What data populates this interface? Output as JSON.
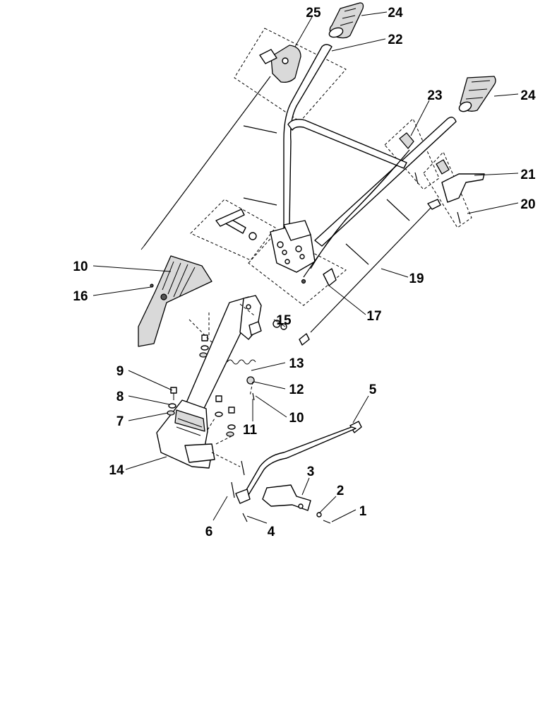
{
  "diagram": {
    "callouts": [
      {
        "id": "c1",
        "label": "1"
      },
      {
        "id": "c2",
        "label": "2"
      },
      {
        "id": "c3",
        "label": "3"
      },
      {
        "id": "c4",
        "label": "4"
      },
      {
        "id": "c5",
        "label": "5"
      },
      {
        "id": "c6",
        "label": "6"
      },
      {
        "id": "c7",
        "label": "7"
      },
      {
        "id": "c8",
        "label": "8"
      },
      {
        "id": "c9",
        "label": "9"
      },
      {
        "id": "c10a",
        "label": "10"
      },
      {
        "id": "c10b",
        "label": "10"
      },
      {
        "id": "c11",
        "label": "11"
      },
      {
        "id": "c12",
        "label": "12"
      },
      {
        "id": "c13",
        "label": "13"
      },
      {
        "id": "c14",
        "label": "14"
      },
      {
        "id": "c15",
        "label": "15"
      },
      {
        "id": "c16",
        "label": "16"
      },
      {
        "id": "c17",
        "label": "17"
      },
      {
        "id": "c19",
        "label": "19"
      },
      {
        "id": "c20",
        "label": "20"
      },
      {
        "id": "c21",
        "label": "21"
      },
      {
        "id": "c22",
        "label": "22"
      },
      {
        "id": "c23",
        "label": "23"
      },
      {
        "id": "c24a",
        "label": "24"
      },
      {
        "id": "c24b",
        "label": "24"
      },
      {
        "id": "c25",
        "label": "25"
      }
    ]
  }
}
